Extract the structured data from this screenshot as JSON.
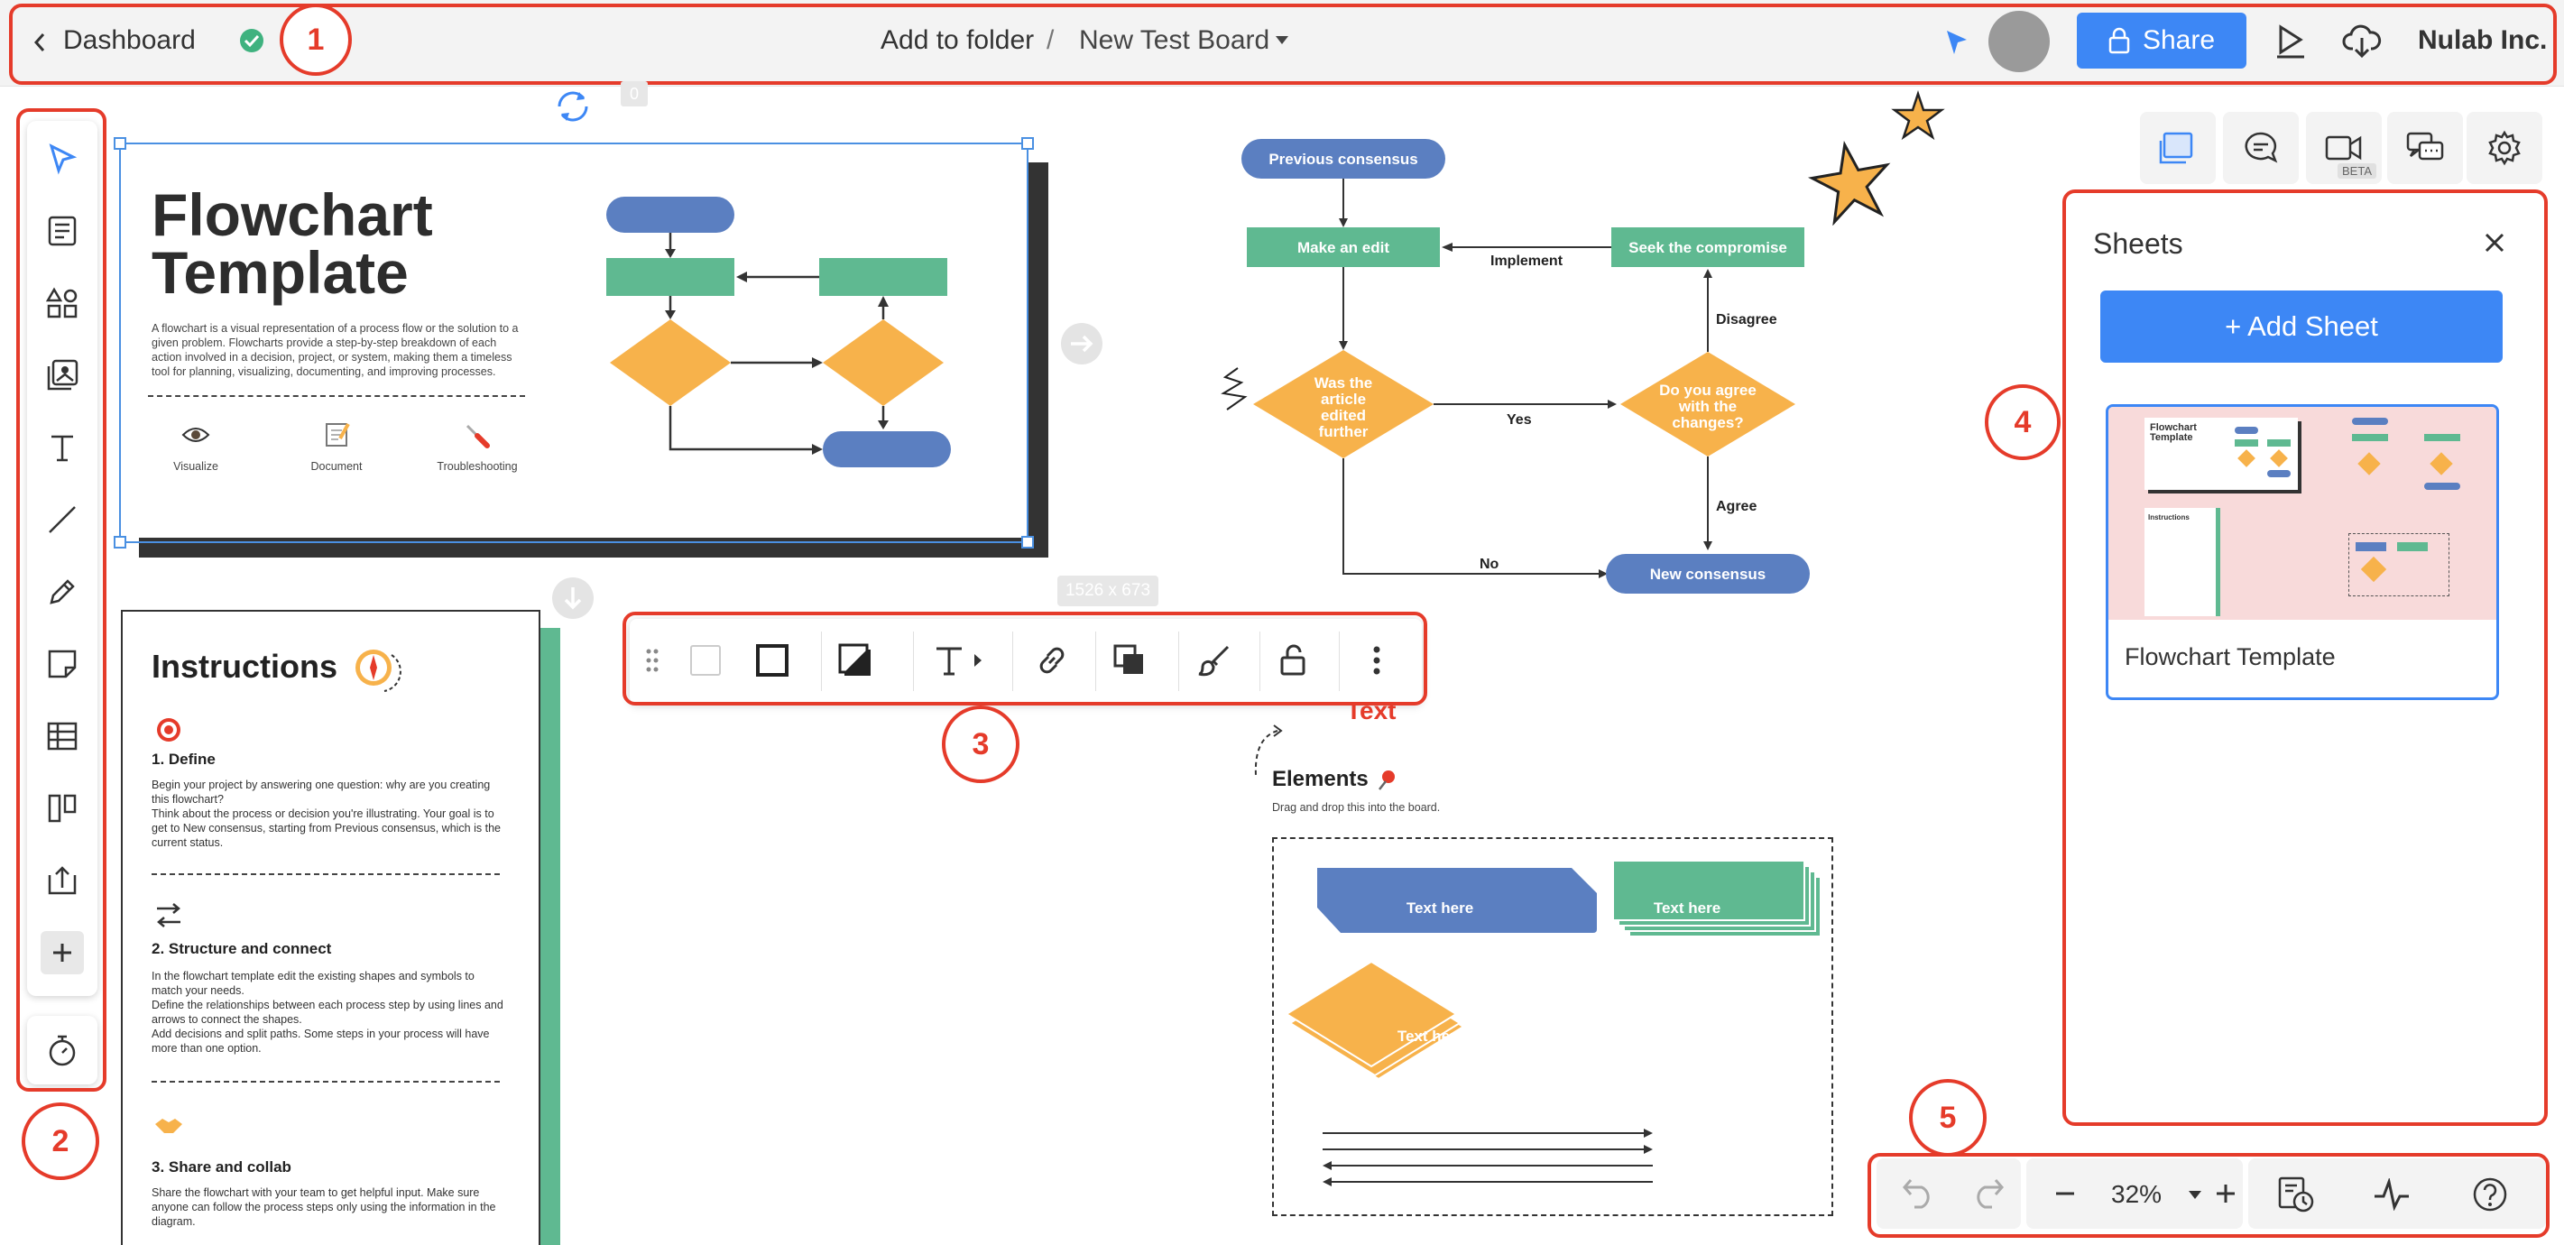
{
  "topbar": {
    "back_label": "Dashboard",
    "add_to_folder": "Add to folder",
    "separator": "/",
    "board_name": "New Test Board",
    "share_label": "Share",
    "org_name": "Nulab Inc."
  },
  "annotations": [
    "1",
    "2",
    "3",
    "4",
    "5"
  ],
  "canvas": {
    "dim_badge_top": "0",
    "size_badge": "1526 x 673",
    "text_label": "Text"
  },
  "template_card": {
    "title_line1": "Flowchart",
    "title_line2": "Template",
    "description": "A flowchart is a visual representation of a process flow or the solution to a given problem. Flowcharts provide a step-by-step breakdown of each action involved in a decision, project, or system, making them a timeless tool for planning, visualizing, documenting, and improving processes.",
    "icons": [
      {
        "label": "Visualize",
        "icon": "eye-icon"
      },
      {
        "label": "Document",
        "icon": "memo-icon"
      },
      {
        "label": "Troubleshooting",
        "icon": "screwdriver-icon"
      }
    ]
  },
  "instructions": {
    "title": "Instructions",
    "sections": [
      {
        "heading": "1. Define",
        "body": "Begin your project by answering one question: why are you creating this flowchart?\nThink about the process or decision you're illustrating. Your goal is to get to New consensus, starting from Previous consensus, which is the current status."
      },
      {
        "heading": "2. Structure and connect",
        "body": "In the flowchart template edit the existing shapes and symbols to match your needs.\nDefine the relationships between each process step by using lines and arrows to connect the shapes.\nAdd decisions and split paths. Some steps in your process will have more than one option."
      },
      {
        "heading": "3. Share and collab",
        "body": "Share the flowchart with your team to get helpful input. Make sure anyone can follow the process steps only using the information in the diagram."
      }
    ]
  },
  "flowchart": {
    "previous_consensus": "Previous consensus",
    "make_an_edit": "Make an edit",
    "implement": "Implement",
    "seek_compromise": "Seek the compromise",
    "disagree": "Disagree",
    "was_edited_l1": "Was the",
    "was_edited_l2": "article",
    "was_edited_l3": "edited",
    "was_edited_l4": "further",
    "yes": "Yes",
    "agree_q_l1": "Do you agree",
    "agree_q_l2": "with the",
    "agree_q_l3": "changes?",
    "agree": "Agree",
    "no": "No",
    "new_consensus": "New consensus"
  },
  "elements": {
    "title": "Elements",
    "subtitle": "Drag and drop this into the board.",
    "shape_text": "Text here"
  },
  "sheets": {
    "title": "Sheets",
    "add_label": "+ Add Sheet",
    "sheet_name": "Flowchart Template",
    "thumb_title": "Flowchart Template",
    "thumb_instructions": "Instructions"
  },
  "right_toolbar": {
    "video_badge": "BETA"
  },
  "bottombar": {
    "zoom": "32%"
  },
  "colors": {
    "accent": "#3d87f5",
    "annotation": "#e53b2a",
    "flow_blue": "#5b7fc1",
    "flow_green": "#5fb991",
    "flow_orange": "#f7b24b"
  }
}
